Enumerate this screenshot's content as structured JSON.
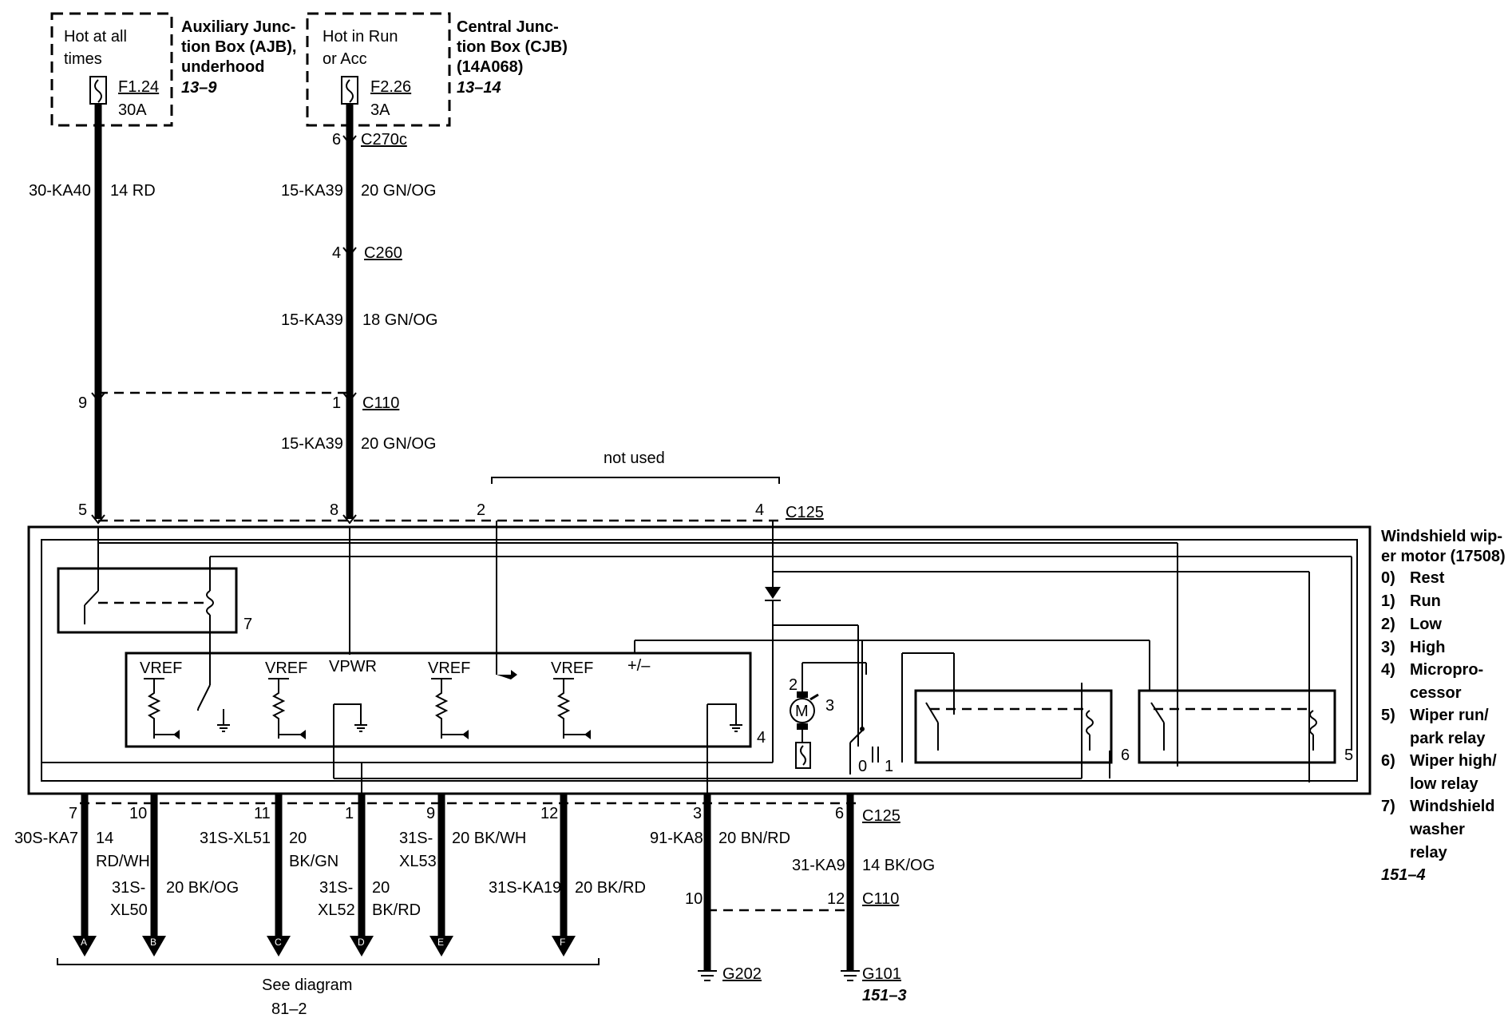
{
  "fuses": {
    "ajb": {
      "hot": "Hot at all times",
      "hot_l1": "Hot at all",
      "hot_l2": "times",
      "fuse": "F1.24",
      "amp": "30A",
      "name_l1": "Auxiliary Junc-",
      "name_l2": "tion Box (AJB),",
      "name_l3": "underhood",
      "ref": "13–9"
    },
    "cjb": {
      "hot_l1": "Hot in Run",
      "hot_l2": "or Acc",
      "fuse": "F2.26",
      "amp": "3A",
      "name_l1": "Central Junc-",
      "name_l2": "tion Box (CJB)",
      "name_l3": "(14A068)",
      "ref": "13–14"
    }
  },
  "top_wires": {
    "w1_circuit": "30-KA40",
    "w1_gauge": "14 RD",
    "c270_pin": "6",
    "c270": "C270c",
    "w2_circuit": "15-KA39",
    "w2_gauge": "20 GN/OG",
    "c260_pin": "4",
    "c260": "C260",
    "w3_circuit": "15-KA39",
    "w3_gauge": "18 GN/OG",
    "c110_pin_a": "9",
    "c110_pin_b": "1",
    "c110": "C110",
    "w4_circuit": "15-KA39",
    "w4_gauge": "20 GN/OG",
    "not_used": "not used",
    "c125_pin5": "5",
    "c125_pin8": "8",
    "c125_pin2": "2",
    "c125_pin4": "4",
    "c125": "C125"
  },
  "motor": {
    "title_l1": "Windshield wip-",
    "title_l2": "er motor (17508)",
    "legend": [
      {
        "num": "0)",
        "text": "Rest"
      },
      {
        "num": "1)",
        "text": "Run"
      },
      {
        "num": "2)",
        "text": "Low"
      },
      {
        "num": "3)",
        "text": "High"
      },
      {
        "num": "4)",
        "text": "Micropro-",
        "cont": "cessor"
      },
      {
        "num": "5)",
        "text": "Wiper run/",
        "cont": "park relay"
      },
      {
        "num": "6)",
        "text": "Wiper high/",
        "cont": "low relay"
      },
      {
        "num": "7)",
        "text": "Windshield",
        "cont": "washer",
        "cont2": "relay"
      }
    ],
    "ref": "151–4",
    "labels": {
      "vref1": "VREF",
      "vref2": "VREF",
      "vpwr": "VPWR",
      "vref3": "VREF",
      "vref4": "VREF",
      "pm": "+/–",
      "relay7": "7",
      "micro4": "4",
      "relay6": "6",
      "relay5": "5",
      "m": "M",
      "m2": "2",
      "m3": "3",
      "s0": "0",
      "s1": "1"
    }
  },
  "bottom_wires": {
    "a": {
      "pin": "7",
      "circuit": "30S-KA7",
      "gauge_l1": "14",
      "gauge_l2": "RD/WH",
      "arrow": "A"
    },
    "b": {
      "pin": "10",
      "circuit_l1": "31S-",
      "circuit_l2": "XL50",
      "gauge": "20 BK/OG",
      "arrow": "B"
    },
    "c": {
      "pin": "11",
      "circuit": "31S-XL51",
      "gauge_l1": "20",
      "gauge_l2": "BK/GN",
      "arrow": "C"
    },
    "d": {
      "pin": "1",
      "circuit_l1": "31S-",
      "circuit_l2": "XL52",
      "gauge_l1": "20",
      "gauge_l2": "BK/RD",
      "arrow": "D"
    },
    "e": {
      "pin": "9",
      "circuit_l1": "31S-",
      "circuit_l2": "XL53",
      "gauge": "20 BK/WH",
      "arrow": "E"
    },
    "f": {
      "pin": "12",
      "circuit": "31S-KA19",
      "gauge": "20 BK/RD",
      "arrow": "F"
    },
    "g202": {
      "pin": "3",
      "circuit": "91-KA8",
      "gauge": "20 BN/RD",
      "c110_pin": "10",
      "ground": "G202"
    },
    "g101": {
      "pin": "6",
      "c125": "C125",
      "circuit": "31-KA9",
      "gauge": "14 BK/OG",
      "c110_pin": "12",
      "c110": "C110",
      "ground": "G101",
      "ref": "151–3"
    },
    "see_l1": "See diagram",
    "see_l2": "81–2"
  }
}
